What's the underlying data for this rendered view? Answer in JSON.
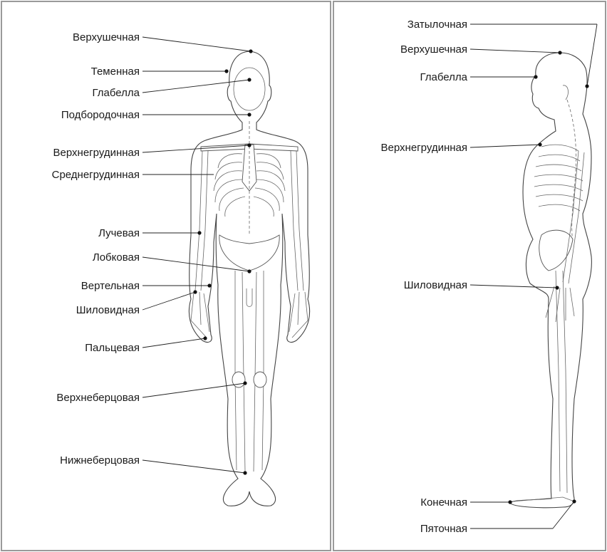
{
  "colors": {
    "frame": "#9a9a9a",
    "line": "#222222",
    "outline": "#444444"
  },
  "left_panel": {
    "labels": [
      "Верхушечная",
      "Теменная",
      "Глабелла",
      "Подбородочная",
      "Верхнегрудинная",
      "Среднегрудинная",
      "Лучевая",
      "Лобковая",
      "Вертельная",
      "Шиловидная",
      "Пальцевая",
      "Верхнеберцовая",
      "Нижнеберцовая"
    ]
  },
  "right_panel": {
    "labels": [
      "Затылочная",
      "Верхушечная",
      "Глабелла",
      "Верхнегрудинная",
      "Шиловидная",
      "Конечная",
      "Пяточная"
    ]
  }
}
